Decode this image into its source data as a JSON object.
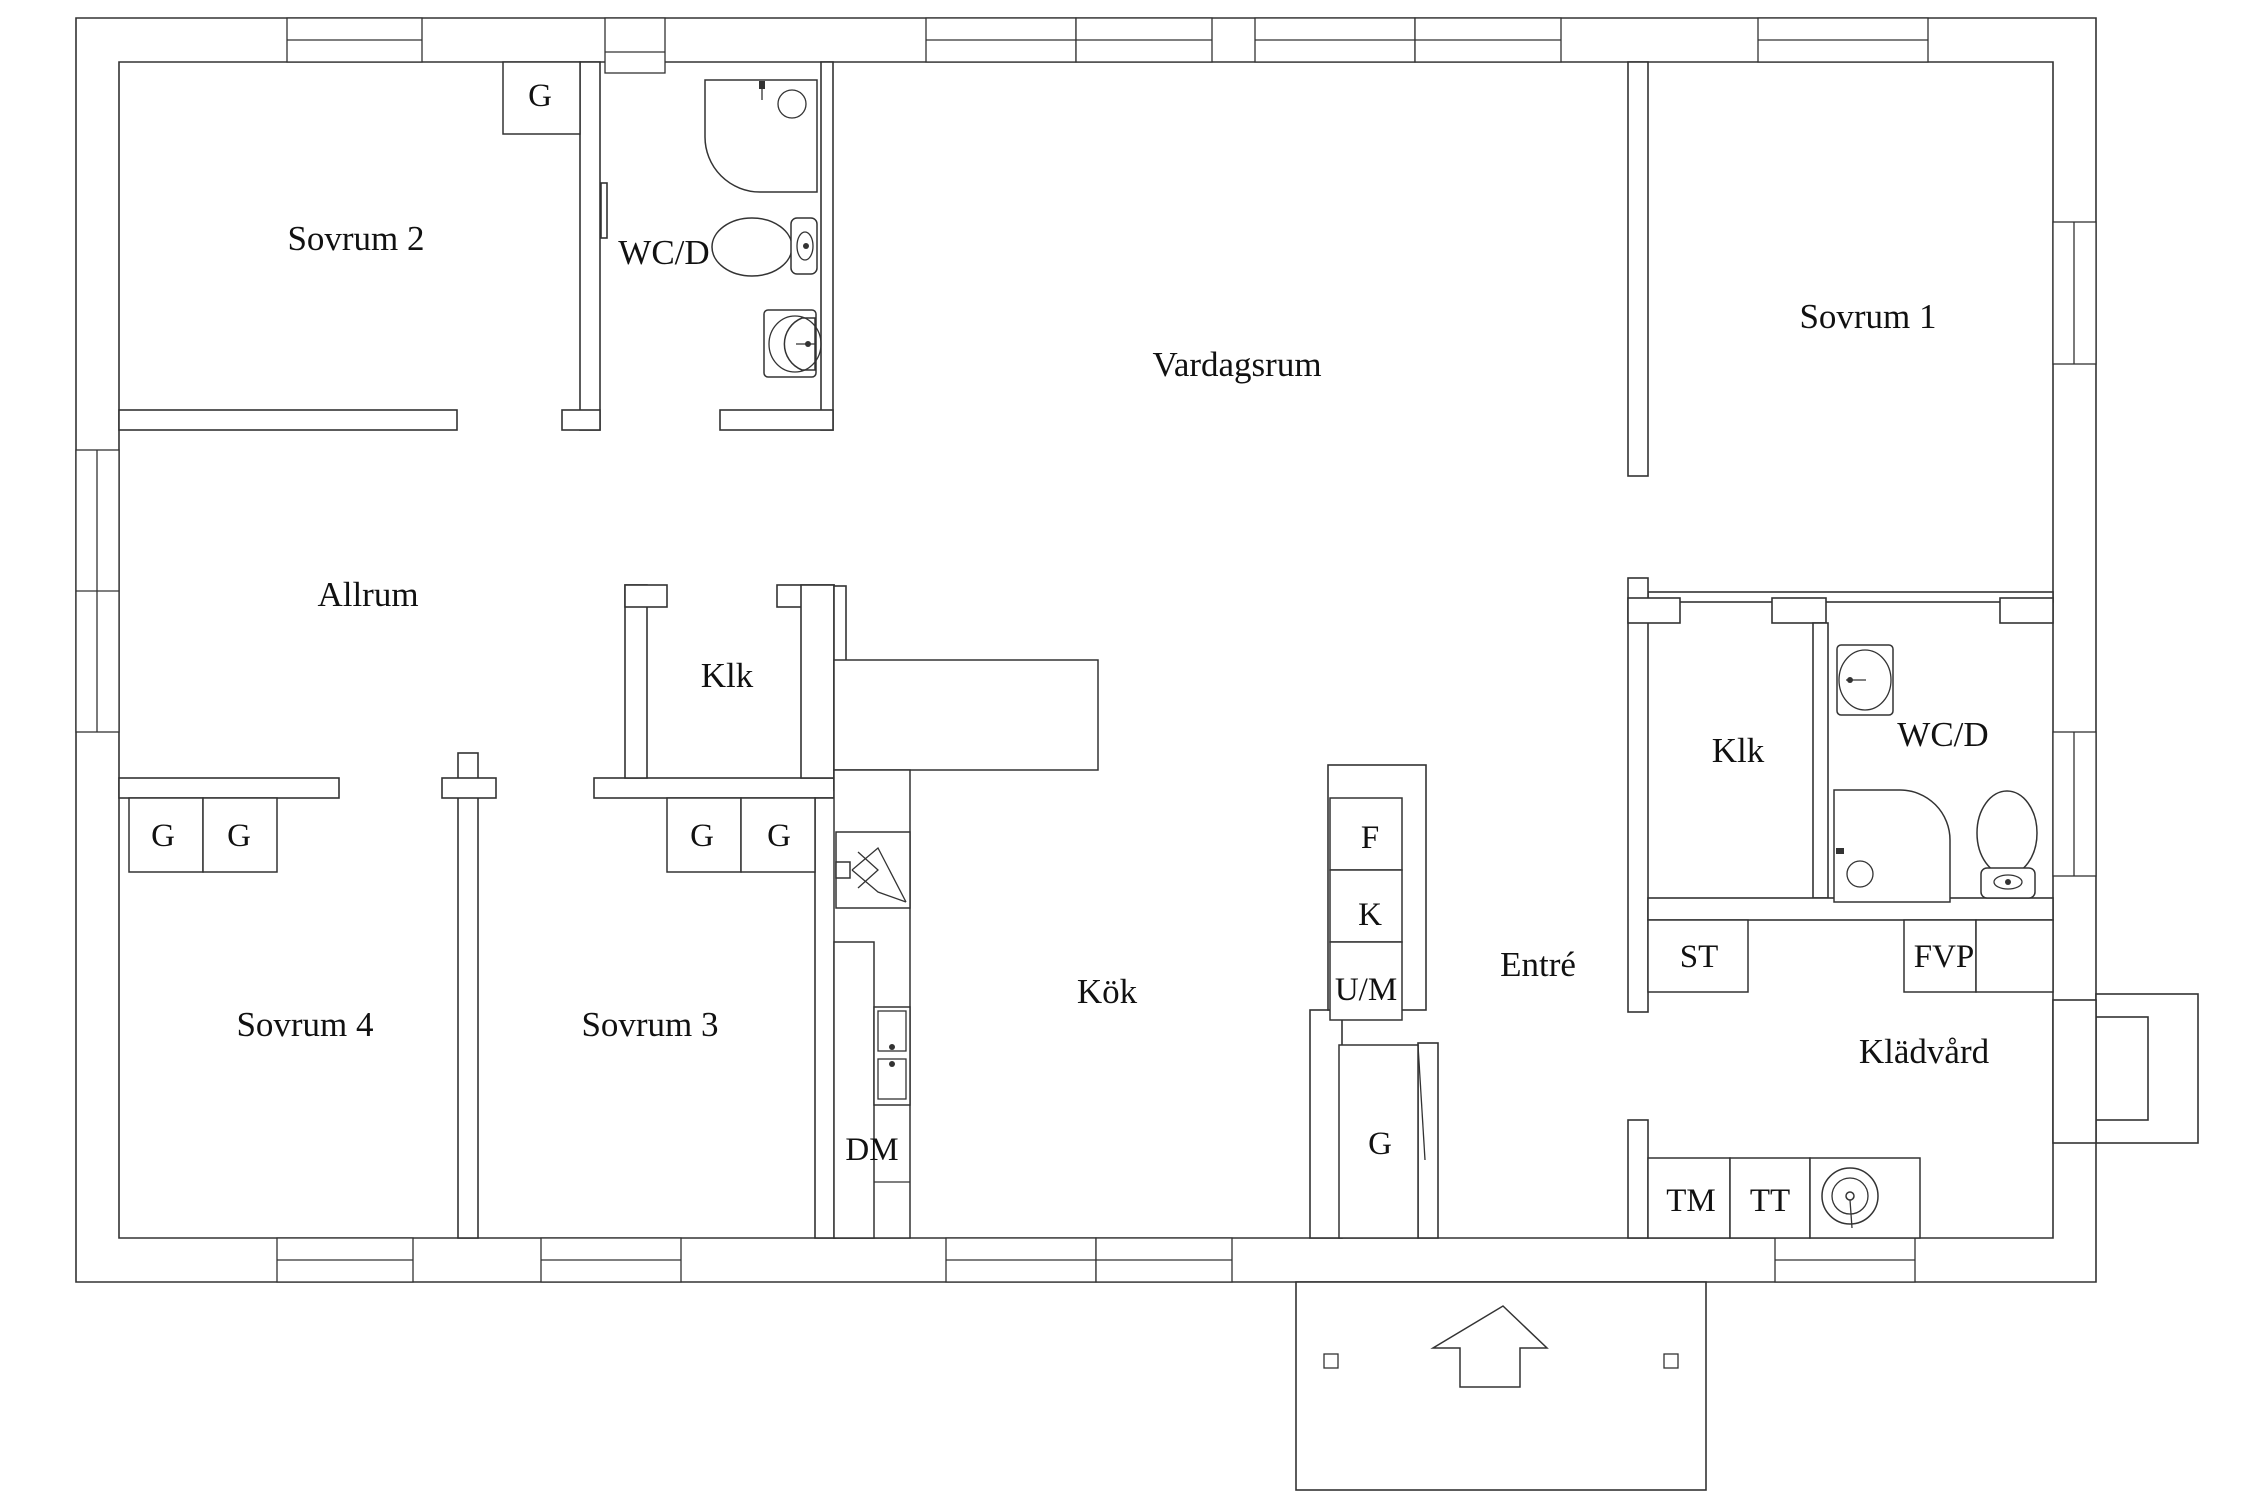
{
  "plan": {
    "rooms": {
      "sovrum_1": "Sovrum 1",
      "sovrum_2": "Sovrum 2",
      "sovrum_3": "Sovrum 3",
      "sovrum_4": "Sovrum 4",
      "vardagsrum": "Vardagsrum",
      "allrum": "Allrum",
      "kok": "Kök",
      "entre": "Entré",
      "kladvard": "Klädvård",
      "wc_d_top": "WC/D",
      "wc_d_right": "WC/D",
      "klk_left": "Klk",
      "klk_right": "Klk"
    },
    "fixtures": {
      "g_sovrum2": "G",
      "g_sovrum4_a": "G",
      "g_sovrum4_b": "G",
      "g_sovrum3_a": "G",
      "g_sovrum3_b": "G",
      "g_entre": "G",
      "f": "F",
      "k": "K",
      "um": "U/M",
      "dm": "DM",
      "st": "ST",
      "fvp": "FVP",
      "tm": "TM",
      "tt": "TT"
    }
  }
}
